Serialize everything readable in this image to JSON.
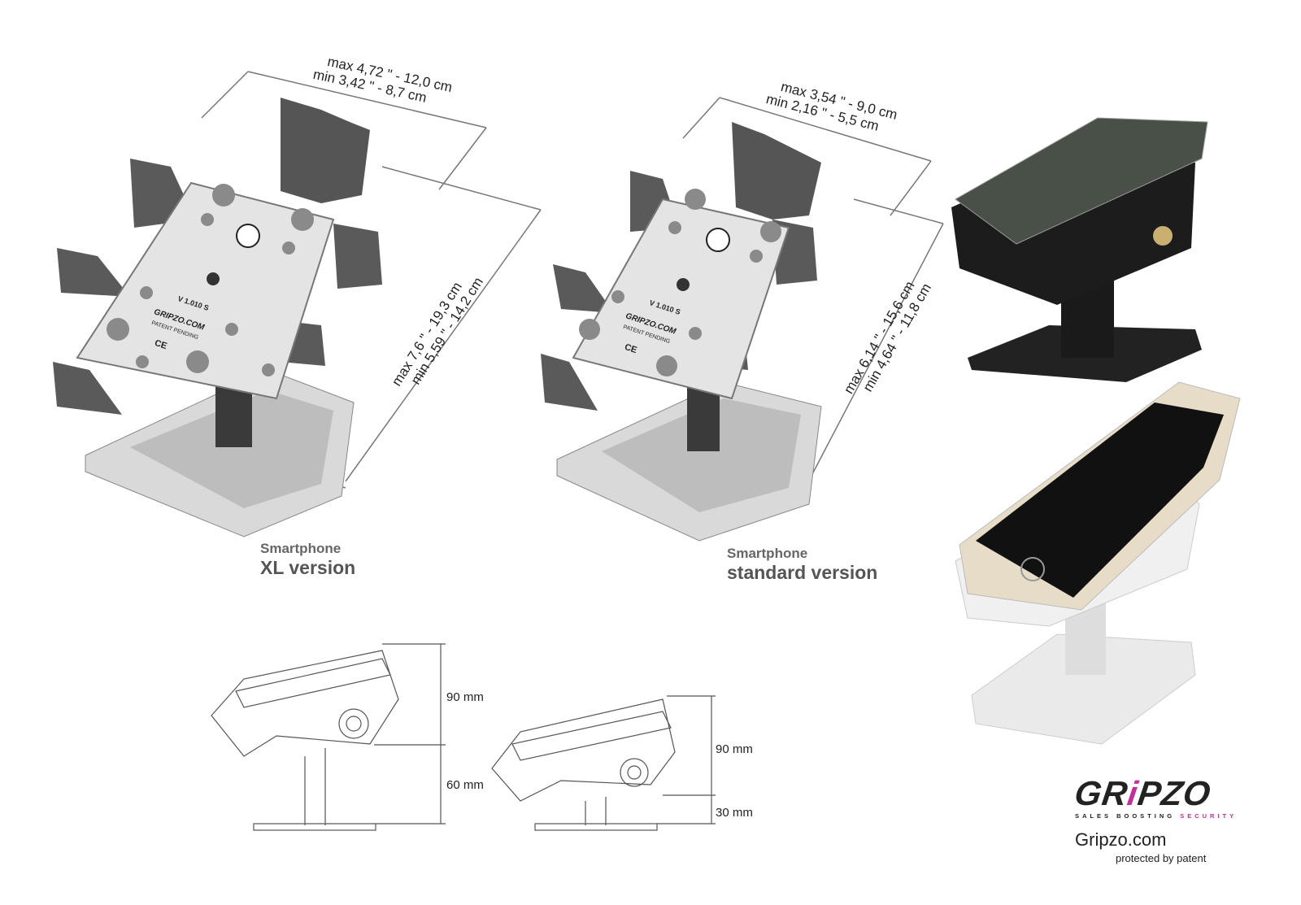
{
  "xl": {
    "width_max": "max 4,72 \" - 12,0 cm",
    "width_min": "min 3,42 \" - 8,7 cm",
    "height_max": "max 7,6 \" - 19,3 cm",
    "height_min": "min 5,59 \" - 14,2 cm",
    "caption_line1": "Smartphone",
    "caption_line2": "XL version",
    "plate_model": "V 1.010 S",
    "plate_brand": "GRIPZO.COM",
    "plate_patent": "PATENT PENDING",
    "plate_ce": "CE"
  },
  "standard": {
    "width_max": "max 3,54 \" - 9,0 cm",
    "width_min": "min 2,16 \" - 5,5 cm",
    "height_max": "max 6,14 \" - 15,6 cm",
    "height_min": "min 4,64 \" - 11,8 cm",
    "caption_line1": "Smartphone",
    "caption_line2": "standard version",
    "plate_model": "V 1.010 S",
    "plate_brand": "GRIPZO.COM",
    "plate_patent": "PATENT PENDING",
    "plate_ce": "CE"
  },
  "side_views": {
    "left_upper": "90 mm",
    "left_lower": "60 mm",
    "right_upper": "90 mm",
    "right_lower": "30 mm"
  },
  "brand": {
    "logo_left": "GR",
    "logo_i": "i",
    "logo_right": "PZO",
    "tagline_main": "SALES BOOSTING",
    "tagline_accent": "SECURITY",
    "website": "Gripzo.com",
    "patent_note": "protected by patent",
    "accent_color": "#c0309a"
  }
}
